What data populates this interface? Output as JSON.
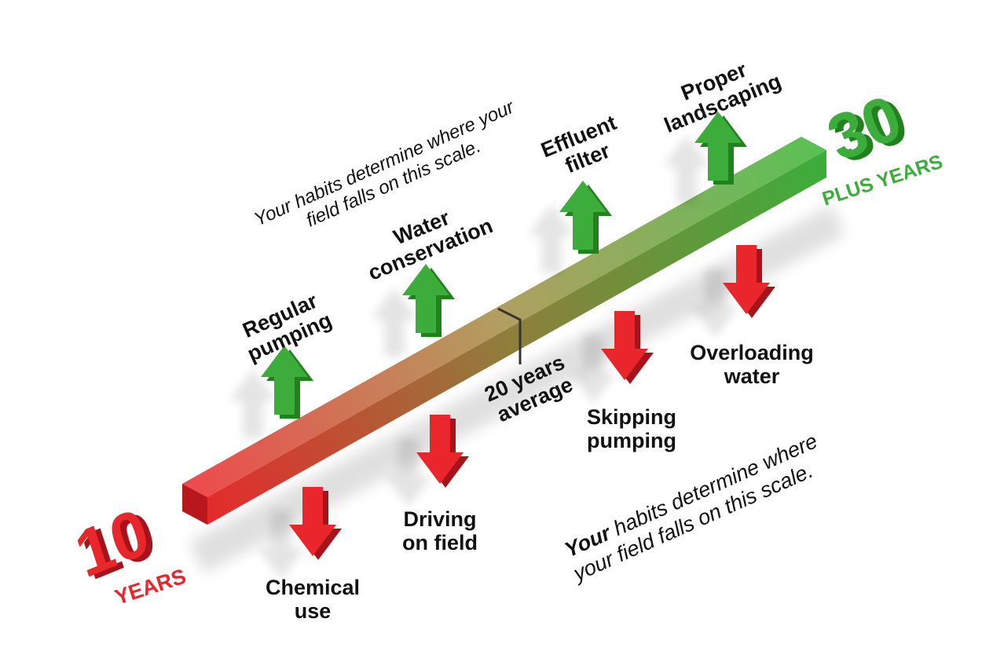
{
  "colors": {
    "bad": "#e8262b",
    "bad_dark": "#a3141b",
    "mid": "#9b8f4a",
    "good": "#3cad3a",
    "good_dark": "#22801f",
    "label": "#111111"
  },
  "scale": {
    "min_value": "10",
    "min_unit": "YEARS",
    "max_value": "30",
    "max_unit": "PLUS YEARS",
    "average_line1": "20 years",
    "average_line2": "average",
    "average_value": 20
  },
  "positive_habits": [
    {
      "lines": [
        "Regular",
        "pumping"
      ],
      "icon": "arrow-up-icon"
    },
    {
      "lines": [
        "Water",
        "conservation"
      ],
      "icon": "arrow-up-icon"
    },
    {
      "lines": [
        "Effluent",
        "filter"
      ],
      "icon": "arrow-up-icon"
    },
    {
      "lines": [
        "Proper",
        "landscaping"
      ],
      "icon": "arrow-up-icon"
    }
  ],
  "negative_habits": [
    {
      "lines": [
        "Chemical",
        "use"
      ],
      "icon": "arrow-down-icon"
    },
    {
      "lines": [
        "Driving",
        "on field"
      ],
      "icon": "arrow-down-icon"
    },
    {
      "lines": [
        "Skipping",
        "pumping"
      ],
      "icon": "arrow-down-icon"
    },
    {
      "lines": [
        "Overloading",
        "water"
      ],
      "icon": "arrow-down-icon"
    }
  ],
  "notes": {
    "top_line1": "Your habits determine where your",
    "top_line2": "field falls on this scale.",
    "bottom_line1_lead": "Your",
    "bottom_line1_rest": " habits determine where",
    "bottom_line2": "your field falls on this scale."
  }
}
